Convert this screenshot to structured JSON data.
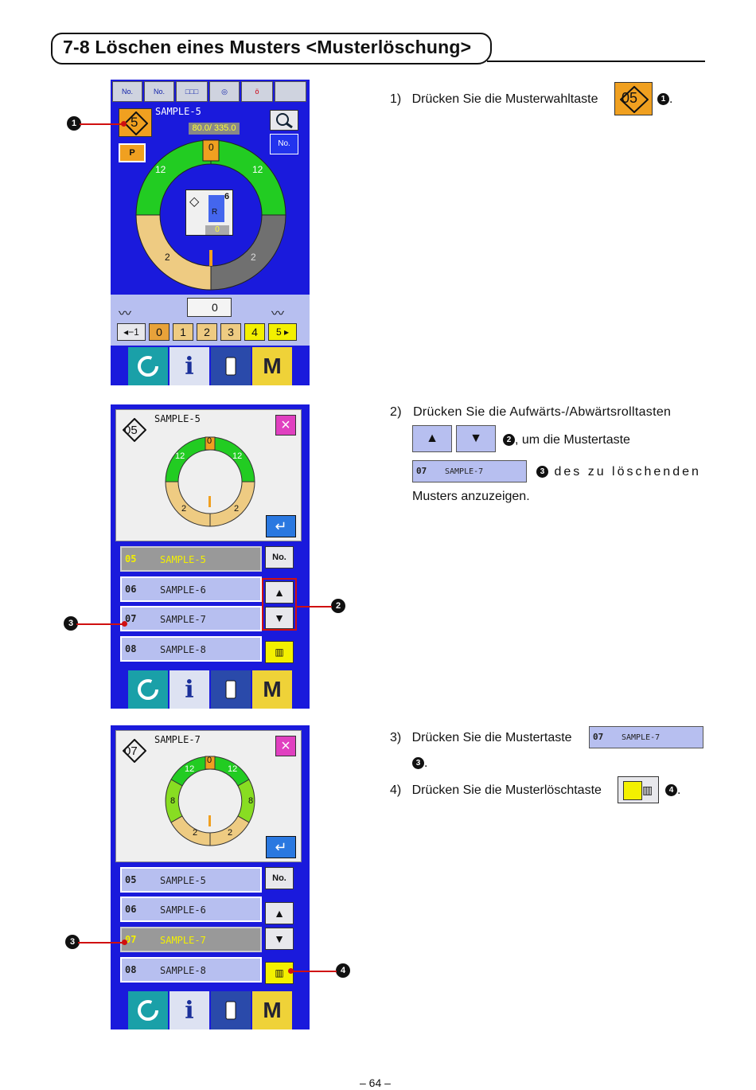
{
  "title": "7-8 Löschen eines Musters <Musterlöschung>",
  "page_number": "– 64 –",
  "steps": {
    "s1_num": "1)",
    "s1_text": "Drücken Sie die Musterwahltaste",
    "s1_key": "05",
    "s1_ref": "❶",
    "s1_end": ".",
    "s2_num": "2)",
    "s2_line1": "Drücken Sie die Aufwärts-/Abwärtsrolltasten",
    "s2_line2": ", um die Mustertaste",
    "s2_ref2": "❷",
    "s2_ref3": "❸",
    "s2_line3": "des zu löschenden",
    "s2_line4": "Musters anzuzeigen.",
    "s3_num": "3)",
    "s3_text": "Drücken Sie die Mustertaste",
    "s3_ref": "❸",
    "s3_end": ".",
    "s4_num": "4)",
    "s4_text": "Drücken Sie die Musterlöschtaste",
    "s4_ref": "❹",
    "s4_end": "."
  },
  "keys": {
    "pattern_key_num": "07",
    "pattern_key_name": "SAMPLE-7"
  },
  "callouts": {
    "c1": "1",
    "c2": "2",
    "c3": "3",
    "c4": "4"
  },
  "screen1": {
    "pattern_name": "SAMPLE-5",
    "pattern_num": "5",
    "feed": "80.0/ 335.0",
    "ring_labels": {
      "top": "0",
      "left_upper": "12",
      "right_upper": "12",
      "left_lower": "2",
      "right_lower": "2"
    },
    "center_value": "0",
    "center_count": "6",
    "center_letter": "R",
    "counter_value": "0",
    "p_label": "P",
    "step_keys": [
      "◂−1",
      "0",
      "1",
      "2",
      "3",
      "4",
      "5 ▸"
    ],
    "toolbar": [
      "No.",
      "No.",
      "□□□",
      "◎",
      "ö"
    ]
  },
  "screen2": {
    "pattern_name": "SAMPLE-5",
    "pattern_num": "05",
    "ring_labels": {
      "top": "0",
      "left_upper": "12",
      "right_upper": "12",
      "left_lower": "2",
      "right_lower": "2"
    },
    "list": [
      {
        "num": "05",
        "name": "SAMPLE-5"
      },
      {
        "num": "06",
        "name": "SAMPLE-6"
      },
      {
        "num": "07",
        "name": "SAMPLE-7"
      },
      {
        "num": "08",
        "name": "SAMPLE-8"
      }
    ]
  },
  "screen3": {
    "pattern_name": "SAMPLE-7",
    "pattern_num": "07",
    "ring_labels": {
      "top": "0",
      "tl": "12",
      "tr": "12",
      "ml": "8",
      "mr": "8",
      "bl": "2",
      "br": "2"
    },
    "list": [
      {
        "num": "05",
        "name": "SAMPLE-5"
      },
      {
        "num": "06",
        "name": "SAMPLE-6"
      },
      {
        "num": "07",
        "name": "SAMPLE-7"
      },
      {
        "num": "08",
        "name": "SAMPLE-8"
      }
    ]
  },
  "common": {
    "no_label": "No.",
    "m_label": "M",
    "i_label": "i",
    "close": "×",
    "enter": "↵"
  },
  "colors": {
    "screen_blue": "#1a1adc",
    "ring_green": "#22cc22",
    "ring_tan": "#eecb82",
    "accent_orange": "#f0a020",
    "highlight_red": "#d01010"
  }
}
